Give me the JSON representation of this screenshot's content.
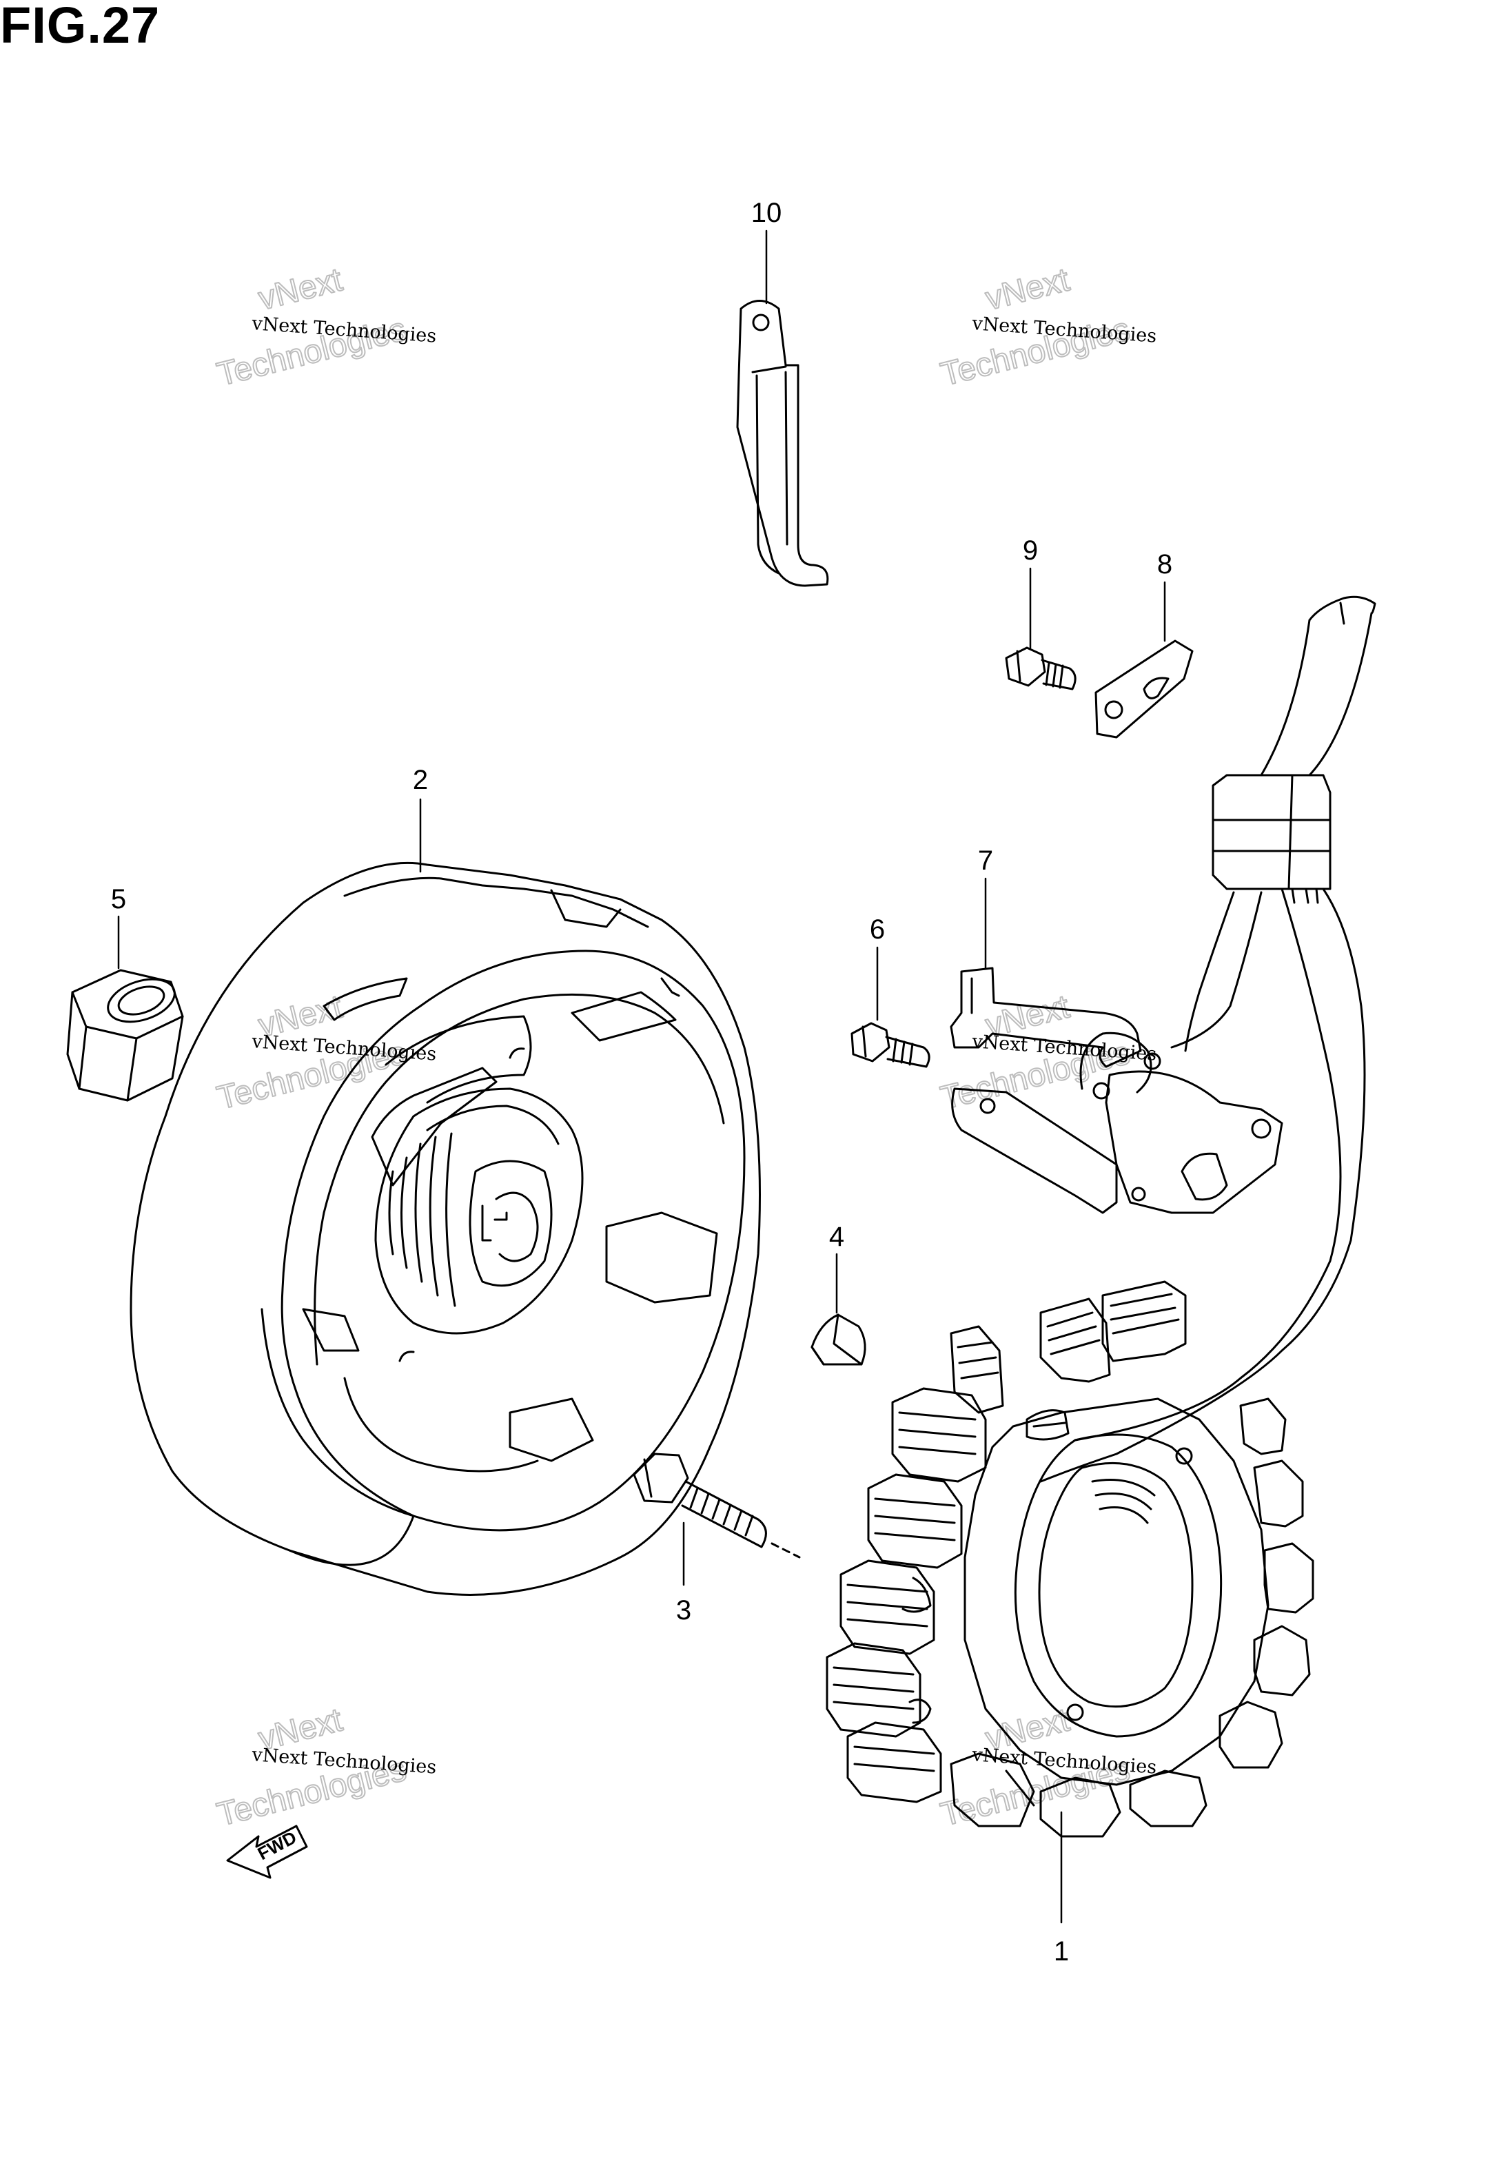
{
  "figure": {
    "title": "FIG.27"
  },
  "watermark": {
    "line1": "vNext",
    "line2": "Technologies",
    "line3": "vNext Technologies"
  },
  "direction_indicator": {
    "label": "FWD"
  },
  "callouts": [
    "1",
    "2",
    "3",
    "4",
    "5",
    "6",
    "7",
    "8",
    "9",
    "10"
  ],
  "colors": {
    "line": "#000000",
    "background": "#ffffff",
    "watermark_outline": "#bdbdbd"
  }
}
